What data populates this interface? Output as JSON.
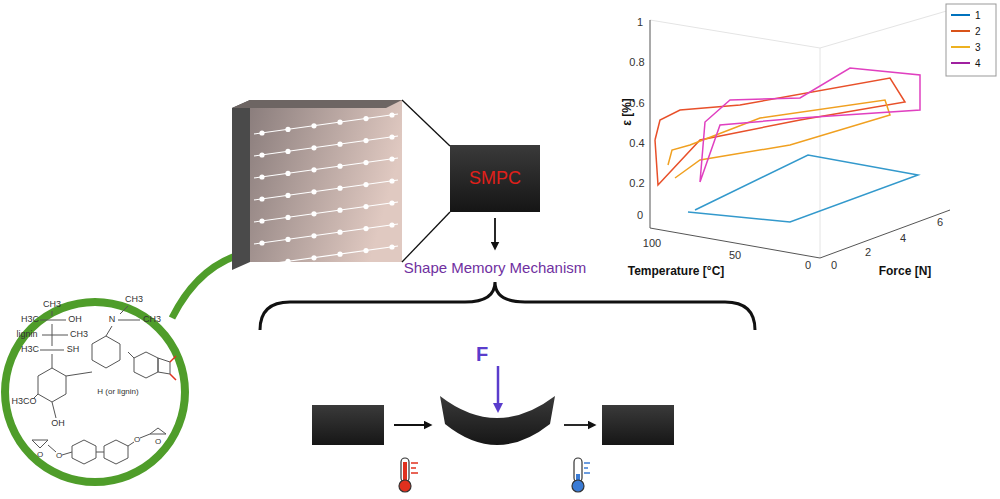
{
  "diagram": {
    "nodes": [
      {
        "text": [
          "SMPC"
        ]
      }
    ],
    "labels": [
      "Shape Memory Mechanism",
      "F",
      "ε [%]",
      "Temperature [°C]",
      "Force [N]",
      "1",
      "0.8",
      "0.6",
      "0.4",
      "0.2",
      "0",
      "100",
      "50",
      "0",
      "0",
      "2",
      "4",
      "6",
      "CH3",
      "H3C",
      "OH",
      "lignin",
      "CH3",
      "H3C",
      "SH",
      "H3CO",
      "OH",
      "H (or lignin)",
      "CH3",
      "N",
      "CH3",
      "O",
      "O",
      "O",
      "O"
    ],
    "legend": [
      {
        "text": "1",
        "color": "#0072bd"
      },
      {
        "text": "2",
        "color": "#d95319"
      },
      {
        "text": "3",
        "color": "#edb120"
      },
      {
        "text": "4",
        "color": "#a020a0"
      }
    ]
  }
}
